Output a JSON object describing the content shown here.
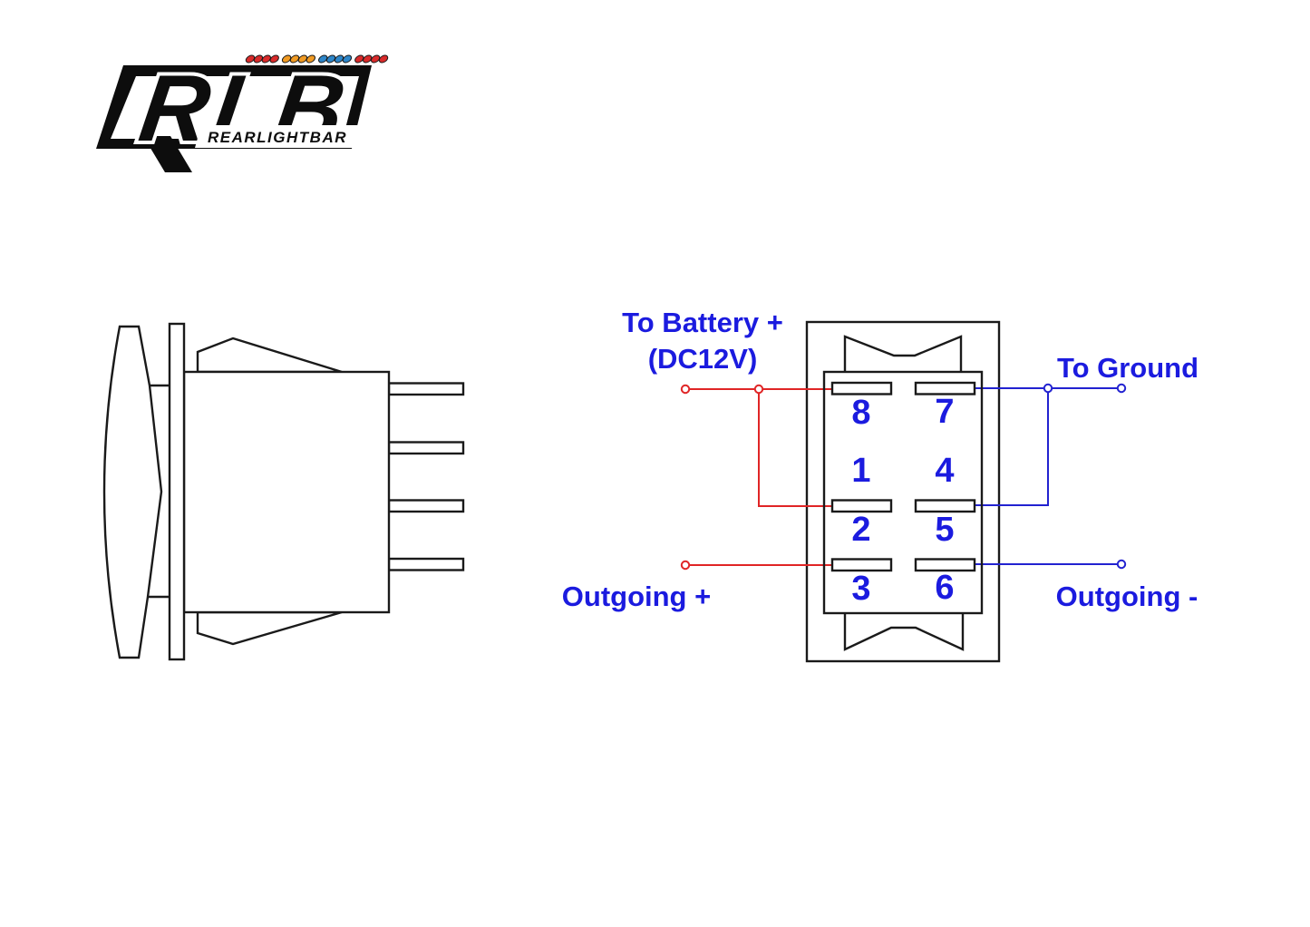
{
  "brand": {
    "name": "RLB",
    "subtitle": "REARLIGHTBAR",
    "dot_groups": [
      {
        "color": "#d92b2b",
        "count": 4
      },
      {
        "color": "#f09a23",
        "count": 4
      },
      {
        "color": "#2e86c9",
        "count": 4
      },
      {
        "color": "#d92b2b",
        "count": 4
      }
    ]
  },
  "colors": {
    "ink": "#1a1a1a",
    "label_blue": "#1b1bdf",
    "wire_positive_red": "#e02526",
    "wire_negative_blue": "#2222d0"
  },
  "wiring": {
    "battery_label_line1": "To Battery +",
    "battery_label_line2": "(DC12V)",
    "ground_label": "To Ground",
    "outgoing_positive_label": "Outgoing +",
    "outgoing_negative_label": "Outgoing -",
    "terminal_numbers": {
      "top_left": "8",
      "top_right": "7",
      "mid_upper_left": "1",
      "mid_upper_right": "4",
      "mid_lower_left": "2",
      "mid_lower_right": "5",
      "bottom_left": "3",
      "bottom_right": "6"
    }
  }
}
